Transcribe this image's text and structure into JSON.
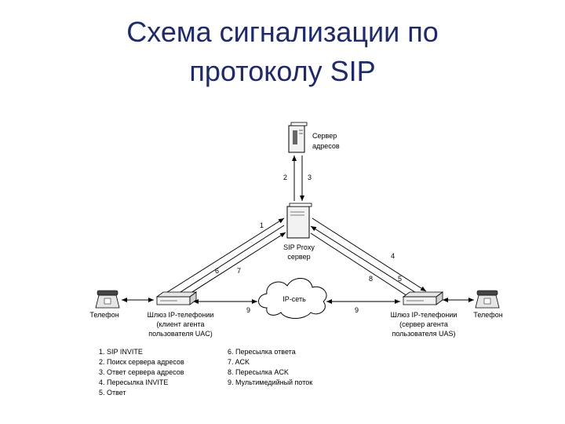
{
  "title": {
    "line1": "Схема сигнализации по",
    "line2": "протоколу SIP"
  },
  "nodes": {
    "address_server": [
      "Сервер",
      "адресов"
    ],
    "proxy_server": [
      "SIP Proxy",
      "сервер"
    ],
    "ip_network": "IP-сеть",
    "phone_left": "Телефон",
    "phone_right": "Телефон",
    "gateway_left": [
      "Шлюз IP-телефонии",
      "(клиент агента",
      "пользователя UAC)"
    ],
    "gateway_right": [
      "Шлюз IP-телефонии",
      "(сервер агента",
      "пользователя UAS)"
    ]
  },
  "step_numbers": {
    "n1": "1",
    "n2": "2",
    "n3": "3",
    "n4": "4",
    "n5": "5",
    "n6": "6",
    "n7": "7",
    "n8": "8",
    "n9_left": "9",
    "n9_right": "9"
  },
  "legend": {
    "left": [
      "1. SIP INVITE",
      "2. Поиск сервера адресов",
      "3. Ответ сервера адресов",
      "4. Пересылка INVITE",
      "5. Ответ"
    ],
    "right": [
      "6. Пересылка ответа",
      "7. ACK",
      "8. Пересылка ACK",
      "9. Мультимедийный поток"
    ]
  }
}
